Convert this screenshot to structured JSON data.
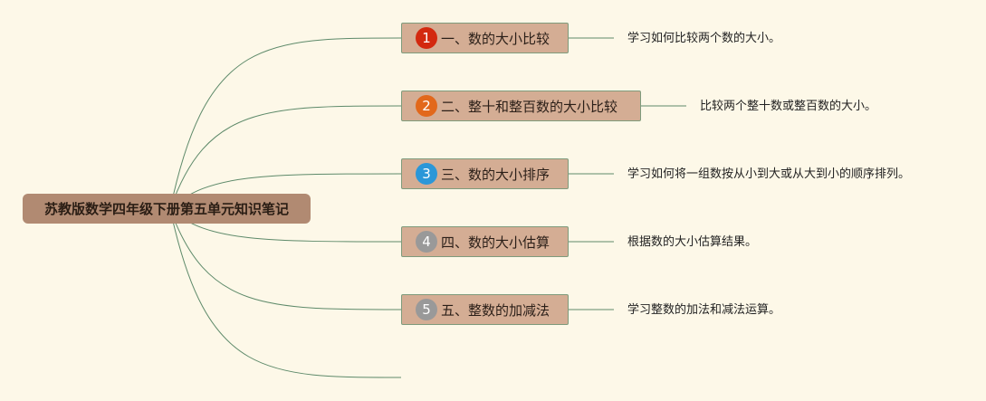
{
  "root": {
    "label": "苏教版数学四年级下册第五单元知识笔记"
  },
  "topics": [
    {
      "badge": "1",
      "badge_color": "#d3290f",
      "label": "一、数的大小比较",
      "note": "学习如何比较两个数的大小。"
    },
    {
      "badge": "2",
      "badge_color": "#e2681b",
      "label": "二、整十和整百数的大小比较",
      "note": "比较两个整十数或整百数的大小。"
    },
    {
      "badge": "3",
      "badge_color": "#2b97d8",
      "label": "三、数的大小排序",
      "note": "学习如何将一组数按从小到大或从大到小的顺序排列。"
    },
    {
      "badge": "4",
      "badge_color": "#999999",
      "label": "四、数的大小估算",
      "note": "根据数的大小估算结果。"
    },
    {
      "badge": "5",
      "badge_color": "#999999",
      "label": "五、整数的加减法",
      "note": "学习整数的加法和减法运算。"
    }
  ],
  "colors": {
    "line": "#5e8a6a"
  }
}
